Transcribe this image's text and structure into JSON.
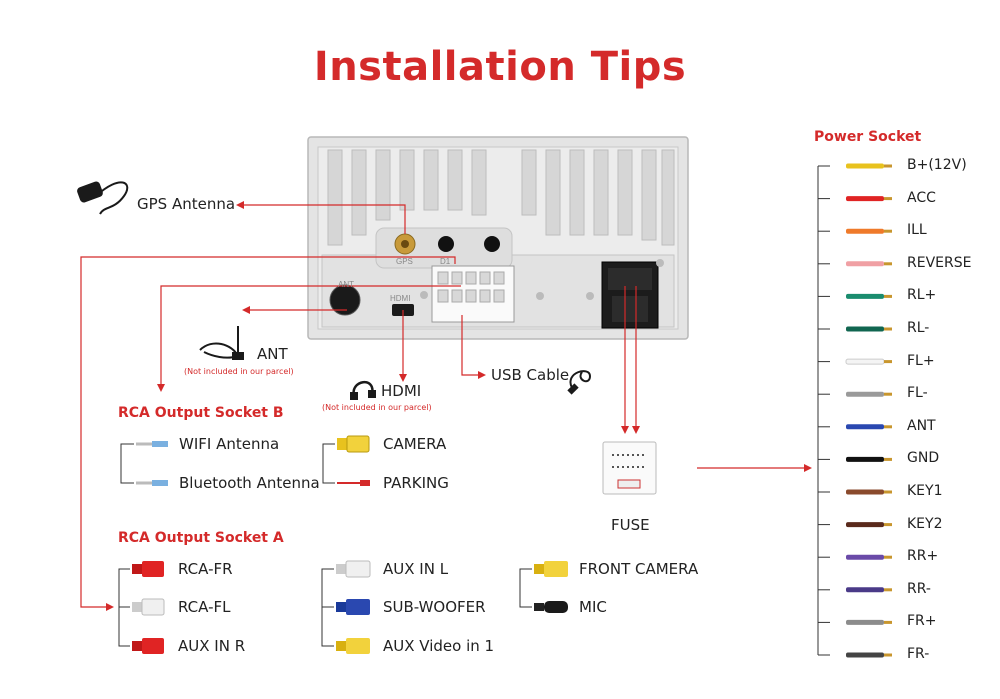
{
  "title": "Installation Tips",
  "unit": {
    "gps_port_label": "GPS",
    "ant_port_label": "ANT",
    "hdmi_port_label": "HDMI",
    "d1_label": "D1"
  },
  "gps": {
    "label": "GPS Antenna"
  },
  "ant": {
    "label": "ANT",
    "note": "(Not included in our parcel)"
  },
  "hdmi": {
    "label": "HDMI",
    "note": "(Not included in our parcel)"
  },
  "usb": {
    "label": "USB Cable"
  },
  "fuse": {
    "label": "FUSE"
  },
  "rca_b": {
    "title": "RCA Output Socket B",
    "items": [
      "WIFI Antenna",
      "Bluetooth Antenna",
      "CAMERA",
      "PARKING"
    ]
  },
  "rca_a": {
    "title": "RCA Output Socket A",
    "col1": [
      "RCA-FR",
      "RCA-FL",
      "AUX IN R"
    ],
    "col2": [
      "AUX IN L",
      "SUB-WOOFER",
      "AUX Video in 1"
    ],
    "col3": [
      "FRONT CAMERA",
      "MIC"
    ]
  },
  "power": {
    "title": "Power Socket",
    "wires": [
      {
        "label": "B+(12V)",
        "color": "#e8c21e"
      },
      {
        "label": "ACC",
        "color": "#e02424"
      },
      {
        "label": "ILL",
        "color": "#ef7a2a"
      },
      {
        "label": "REVERSE",
        "color": "#f0a0a4"
      },
      {
        "label": "RL+",
        "color": "#1a8c6e"
      },
      {
        "label": "RL-",
        "color": "#116650"
      },
      {
        "label": "FL+",
        "color": "#f4f4f4"
      },
      {
        "label": "FL-",
        "color": "#9a9a9a"
      },
      {
        "label": "ANT",
        "color": "#2a48b0"
      },
      {
        "label": "GND",
        "color": "#111111"
      },
      {
        "label": "KEY1",
        "color": "#8a4a2c"
      },
      {
        "label": "KEY2",
        "color": "#5a2a1c"
      },
      {
        "label": "RR+",
        "color": "#6a4aa8"
      },
      {
        "label": "RR-",
        "color": "#4a3a88"
      },
      {
        "label": "FR+",
        "color": "#8c8c8c"
      },
      {
        "label": "FR-",
        "color": "#444444"
      }
    ]
  },
  "colors": {
    "accent": "#d42a2a",
    "line": "#333333"
  }
}
